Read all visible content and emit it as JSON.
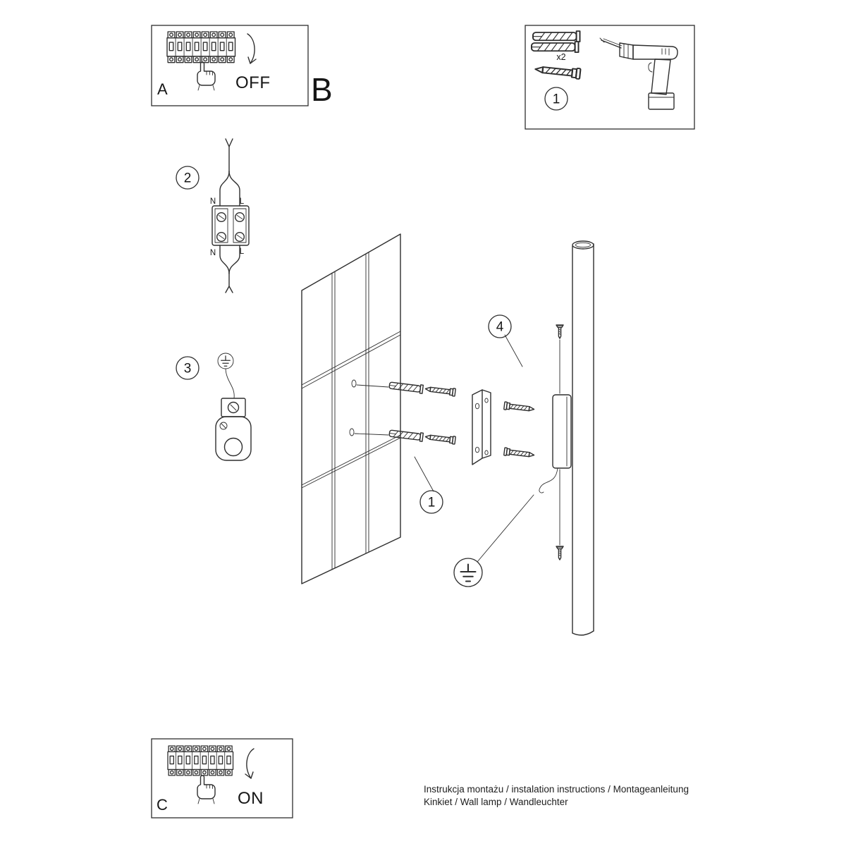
{
  "sheet": {
    "section_a": {
      "label": "A",
      "state": "OFF"
    },
    "section_b": {
      "label": "B"
    },
    "section_c": {
      "label": "C",
      "state": "ON"
    },
    "tools": {
      "badge": "1",
      "quantity": "x2"
    },
    "wiring": {
      "badge": "2",
      "n": "N",
      "l": "L"
    },
    "grounding": {
      "badge": "3"
    },
    "assembly": {
      "badge_plugs": "1",
      "badge_fix": "4"
    }
  },
  "footer": {
    "line1": "Instrukcja montażu / instalation instructions / Montageanleitung",
    "line2": "Kinkiet / Wall lamp / Wandleuchter"
  }
}
